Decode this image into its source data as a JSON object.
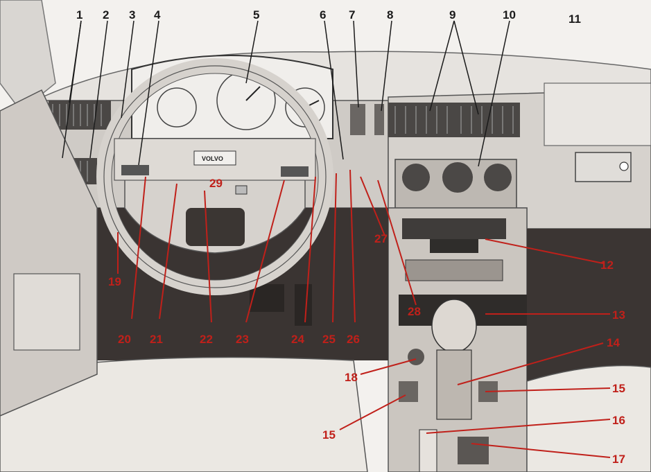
{
  "diagram": {
    "brand_badge": "VOLVO",
    "steering_hub_label": "29",
    "callouts_top": [
      "1",
      "2",
      "3",
      "4",
      "5",
      "6",
      "7",
      "8",
      "9",
      "10",
      "11"
    ],
    "callouts_bottom": [
      "19",
      "20",
      "21",
      "22",
      "23",
      "24",
      "25",
      "26",
      "27",
      "28"
    ],
    "callouts_right": [
      "12",
      "13",
      "14",
      "15",
      "16",
      "17"
    ],
    "callouts_console": [
      "18",
      "15"
    ],
    "colors": {
      "top_label": "#1a1a1a",
      "bottom_label": "#c0201a",
      "leader_line": "#c0201a"
    }
  }
}
